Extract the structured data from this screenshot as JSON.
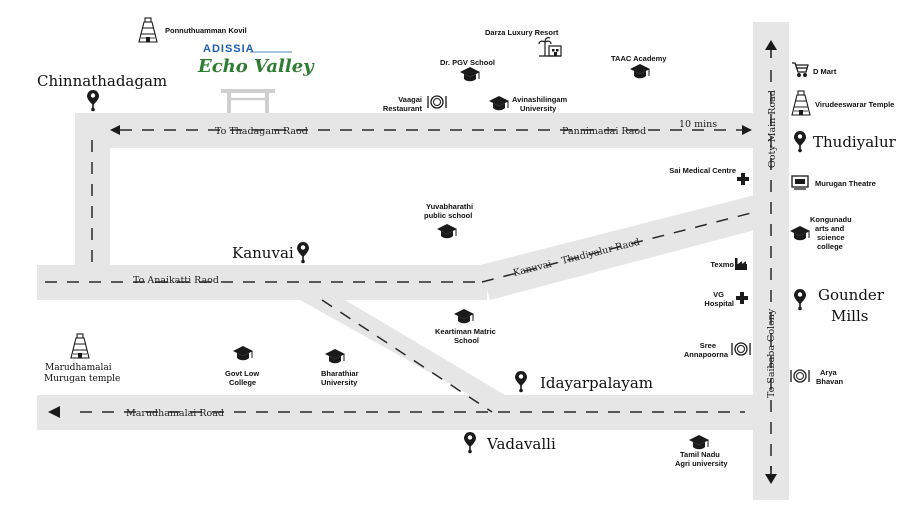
{
  "brand": {
    "top": "ADISSIA",
    "main": "Echo Valley"
  },
  "roads": {
    "thadagam": "To Thadagam Raod",
    "pannimadai": "Pannimadai Raod",
    "time": "10 mins",
    "anaikatti": "To Anaikatti Raod",
    "kanuvai_thudiyalur": "Kanuvai – Thudiyalur Raod",
    "marudhamalai": "Marudhamalai Road",
    "ooty": "Ooty Main Road",
    "saibaba": "To Saibaba Colony"
  },
  "areas": {
    "chinnathadagam": "Chinnathadagam",
    "thudiyalur": "Thudiyalur",
    "kanuvai": "Kanuvai",
    "gounder_mills_1": "Gounder",
    "gounder_mills_2": "Mills",
    "idayarpalayam": "Idayarpalayam",
    "vadavalli": "Vadavalli"
  },
  "places": {
    "ponnuthuamman": "Ponnuthuamman Kovil",
    "darza": "Darza Luxury Resort",
    "pgv": "Dr. PGV School",
    "taac": "TAAC Academy",
    "vaagai_1": "Vaagai",
    "vaagai_2": "Restaurant",
    "avinashilingam_1": "Avinashilingam",
    "avinashilingam_2": "University",
    "dmart": "D Mart",
    "virudeeswarar": "Virudeeswarar Temple",
    "sai_medical": "Sai Medical Centre",
    "murugan_theatre": "Murugan Theatre",
    "yuvabharathi_1": "Yuvabharathi",
    "yuvabharathi_2": "public school",
    "kongunadu_1": "Kongunadu",
    "kongunadu_2": "arts and",
    "kongunadu_3": "science",
    "kongunadu_4": "college",
    "texmo": "Texmo",
    "vg_1": "VG",
    "vg_2": "Hospital",
    "keartiman_1": "Keartiman Matric",
    "keartiman_2": "School",
    "marudhamalai_temple_1": "Marudhamalai",
    "marudhamalai_temple_2": "Murugan temple",
    "govt_low_1": "Govt Low",
    "govt_low_2": "College",
    "bharathiar_1": "Bharathiar",
    "bharathiar_2": "University",
    "sree_1": "Sree",
    "sree_2": "Annapoorna",
    "arya_1": "Arya",
    "arya_2": "Bhavan",
    "tnau_1": "Tamil Nadu",
    "tnau_2": "Agri university"
  },
  "colors": {
    "road": "#e6e6e6",
    "dash": "#2a2a2a",
    "icon": "#1a1a1a",
    "logo_blue": "#1f5fb4",
    "logo_green": "#2e7d32"
  }
}
